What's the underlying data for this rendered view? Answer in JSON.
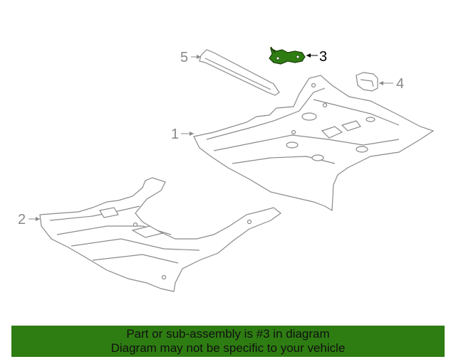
{
  "diagram": {
    "callouts": [
      {
        "id": "callout-1",
        "label": "1"
      },
      {
        "id": "callout-2",
        "label": "2"
      },
      {
        "id": "callout-3",
        "label": "3"
      },
      {
        "id": "callout-4",
        "label": "4"
      },
      {
        "id": "callout-5",
        "label": "5"
      }
    ],
    "highlighted_part": "3"
  },
  "banner": {
    "line1": "Part or sub-assembly is #3 in diagram",
    "line2": "Diagram may not be specific to your vehicle"
  },
  "colors": {
    "background": "#ffffff",
    "line_art": "#8a8a8a",
    "callout_text": "#888888",
    "highlight_fill": "#2e7d12",
    "highlight_text": "#000000",
    "banner_bg": "#2e7d12",
    "banner_text": "#111111"
  }
}
